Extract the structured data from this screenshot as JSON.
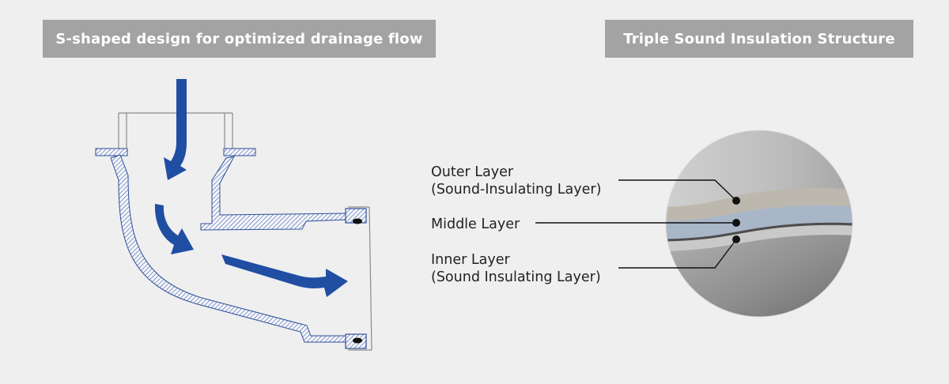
{
  "left_panel": {
    "title": "S-shaped design for optimized drainage flow"
  },
  "right_panel": {
    "title": "Triple Sound Insulation Structure",
    "layers": [
      {
        "line1": "Outer Layer",
        "line2": "(Sound-Insulating Layer)",
        "color": "#bdb8ad"
      },
      {
        "line1": "Middle Layer",
        "line2": "",
        "color": "#a9b6c8"
      },
      {
        "line1": "Inner Layer",
        "line2": "(Sound Insulating Layer)",
        "color": "#c9c9c9"
      }
    ]
  },
  "colors": {
    "banner": "#a3a3a3",
    "flow_arrow": "#1f4ea3",
    "pipe_hatch": "#2f4f9a",
    "background": "#efefef"
  }
}
